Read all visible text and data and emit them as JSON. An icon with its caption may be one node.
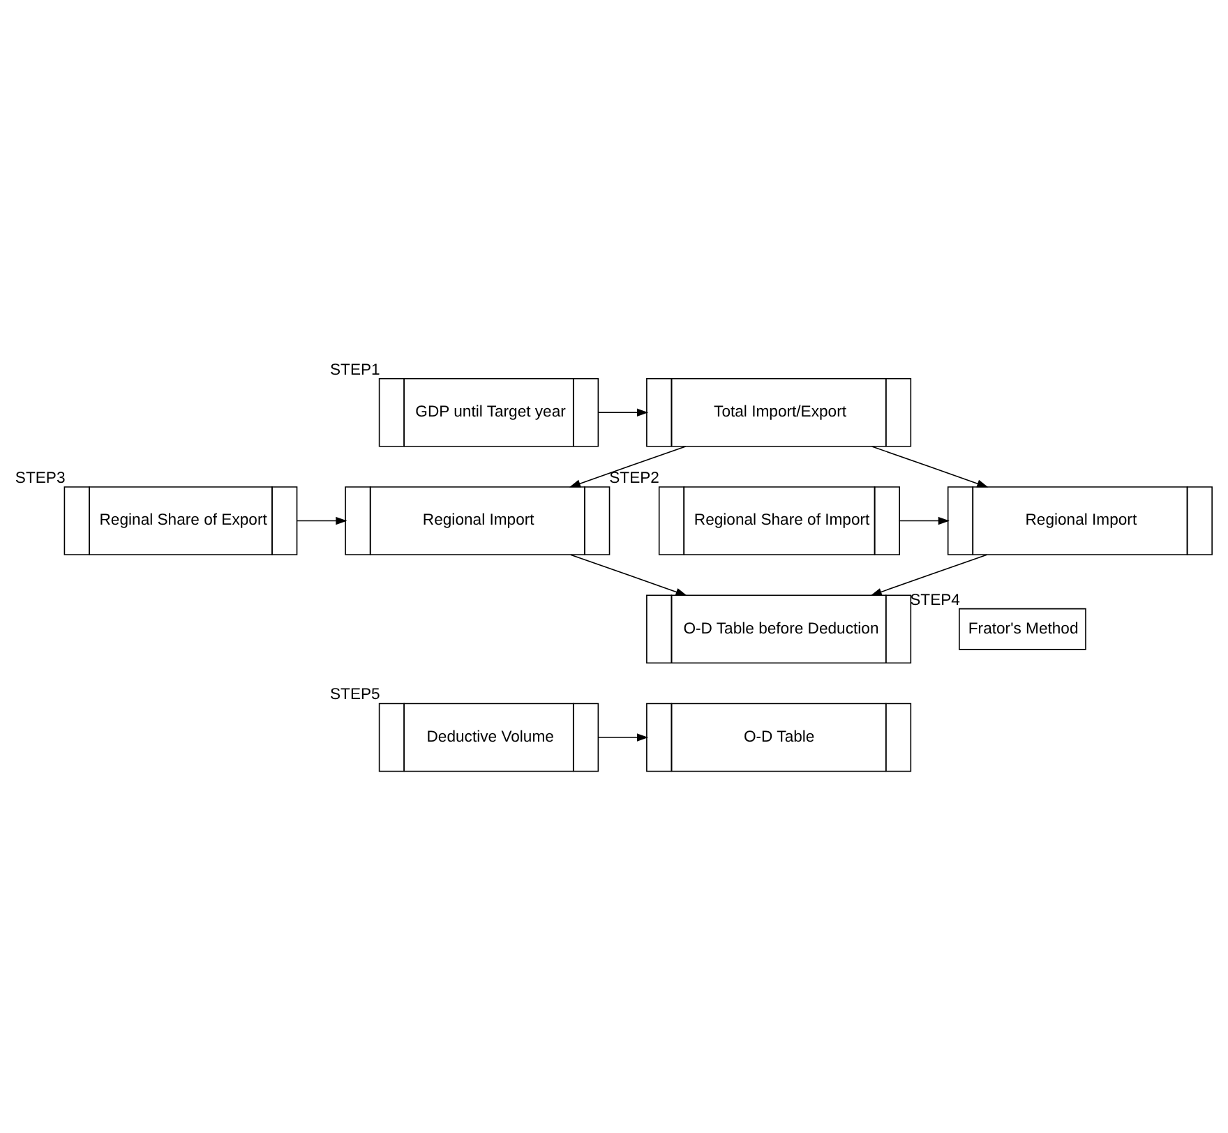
{
  "diagram": {
    "nodes": [
      {
        "text": [
          "Total Import/Export"
        ]
      },
      {
        "text": [
          "GDP until Target year"
        ],
        "beside": [
          "STEP1"
        ]
      },
      {
        "text": [
          "Regional Import"
        ]
      },
      {
        "text": [
          "Regional Share of Import"
        ],
        "beside": [
          "STEP2"
        ]
      },
      {
        "text": [
          "Regional Import"
        ]
      },
      {
        "text": [
          "Reginal Share of Export"
        ],
        "beside": [
          "STEP3"
        ]
      },
      {
        "text": [
          "O-D Table before Deduction"
        ]
      },
      {
        "text": [
          "Frator's Method"
        ],
        "beside": [
          "STEP4"
        ]
      },
      {
        "text": [
          "O-D Table"
        ]
      },
      {
        "text": [
          "Deductive Volume"
        ],
        "beside": [
          "STEP5"
        ]
      }
    ],
    "edges": [
      {
        "from": 1,
        "to": 0,
        "arrow": "to"
      },
      {
        "from": 0,
        "to": 2,
        "arrow": "to"
      },
      {
        "from": 0,
        "to": 4,
        "arrow": "to"
      },
      {
        "from": 3,
        "to": 2,
        "arrow": "to"
      },
      {
        "from": 5,
        "to": 4,
        "arrow": "to"
      },
      {
        "from": 4,
        "to": 6,
        "arrow": "to"
      },
      {
        "from": 2,
        "to": 6,
        "arrow": "to"
      },
      {
        "from": 9,
        "to": 8,
        "arrow": "to"
      }
    ]
  }
}
